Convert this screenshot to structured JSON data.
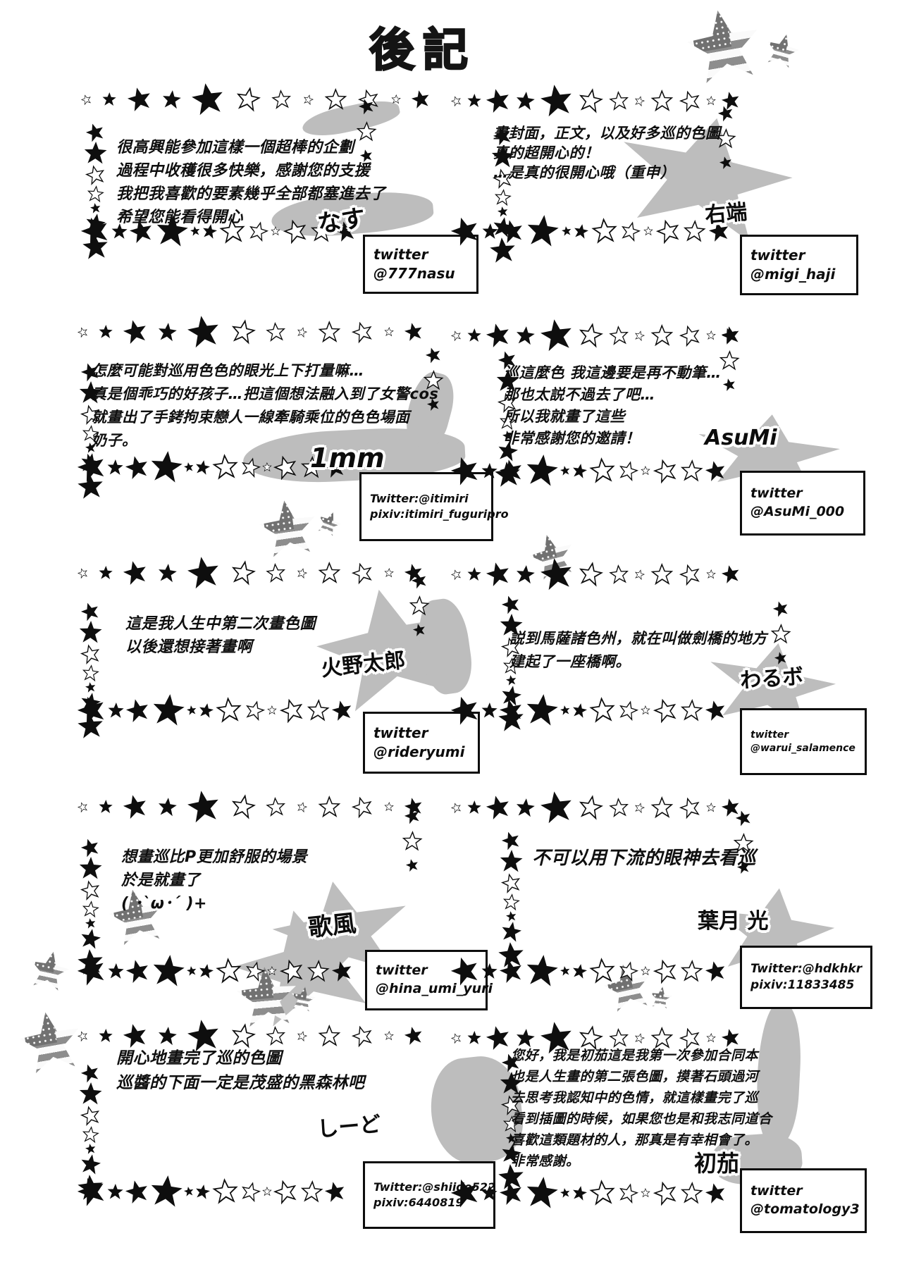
{
  "title": "後記",
  "colors": {
    "ink": "#0e0e0e",
    "paper": "#ffffff",
    "gray_blob": "#bdbdbd"
  },
  "sections": [
    {
      "artist": "なす",
      "comment": "很高興能參加這樣一個超棒的企劃\n過程中收穫很多快樂，感謝您的支援\n我把我喜歡的要素幾乎全部都塞進去了\n希望您能看得開心",
      "contact": "twitter\n@777nasu"
    },
    {
      "artist": "右端",
      "comment": "畫封面，正文，以及好多巡的色圖\n真的超開心的！\n…是真的很開心哦（重申）",
      "contact": "twitter\n@migi_haji"
    },
    {
      "artist": "1mm",
      "comment": "怎麼可能對巡用色色的眼光上下打量嘛…\n真是個乖巧的好孩子…把這個想法融入到了女警cos\n就畫出了手銬拘束戀人一線牽騎乘位的色色場面\n奶子。",
      "contact": "Twitter:@itimiri\npixiv:itimiri_fuguripro"
    },
    {
      "artist": "AsuMi",
      "comment": "巡這麼色 我這邊要是再不動筆…\n那也太説不過去了吧…\n所以我就畫了這些\n非常感謝您的邀請！",
      "contact": "twitter\n@AsuMi_000"
    },
    {
      "artist": "火野太郎",
      "comment": "這是我人生中第二次畫色圖\n以後還想接著畫啊",
      "contact": "twitter\n@rideryumi"
    },
    {
      "artist": "わるボ",
      "comment": "説到馬薩諸色州，就在叫做劍橋的地方\n建起了一座橋啊。",
      "contact": "twitter\n@warui_salamence"
    },
    {
      "artist": "歌風",
      "comment": "想畫巡比P更加舒服的場景\n於是就畫了\n( ･`ω･´ )+",
      "contact": "twitter\n@hina_umi_yuri"
    },
    {
      "artist": "葉月 光",
      "comment": "不可以用下流的眼神去看巡",
      "contact": "Twitter:@hdkhkr\npixiv:11833485"
    },
    {
      "artist": "しーど",
      "comment": "開心地畫完了巡的色圖\n巡醬的下面一定是茂盛的黑森林吧",
      "contact": "Twitter:@shiido522\npixiv:6440819"
    },
    {
      "artist": "初茄",
      "comment": "您好，我是初茄這是我第一次參加合同本\n也是人生畫的第二張色圖，摸著石頭過河\n去思考我認知中的色情，就這樣畫完了巡\n看到插圖的時候，如果您也是和我志同道合\n喜歡這類題材的人，那真是有幸相會了。\n非常感謝。",
      "contact": "twitter\n@tomatology3"
    }
  ]
}
